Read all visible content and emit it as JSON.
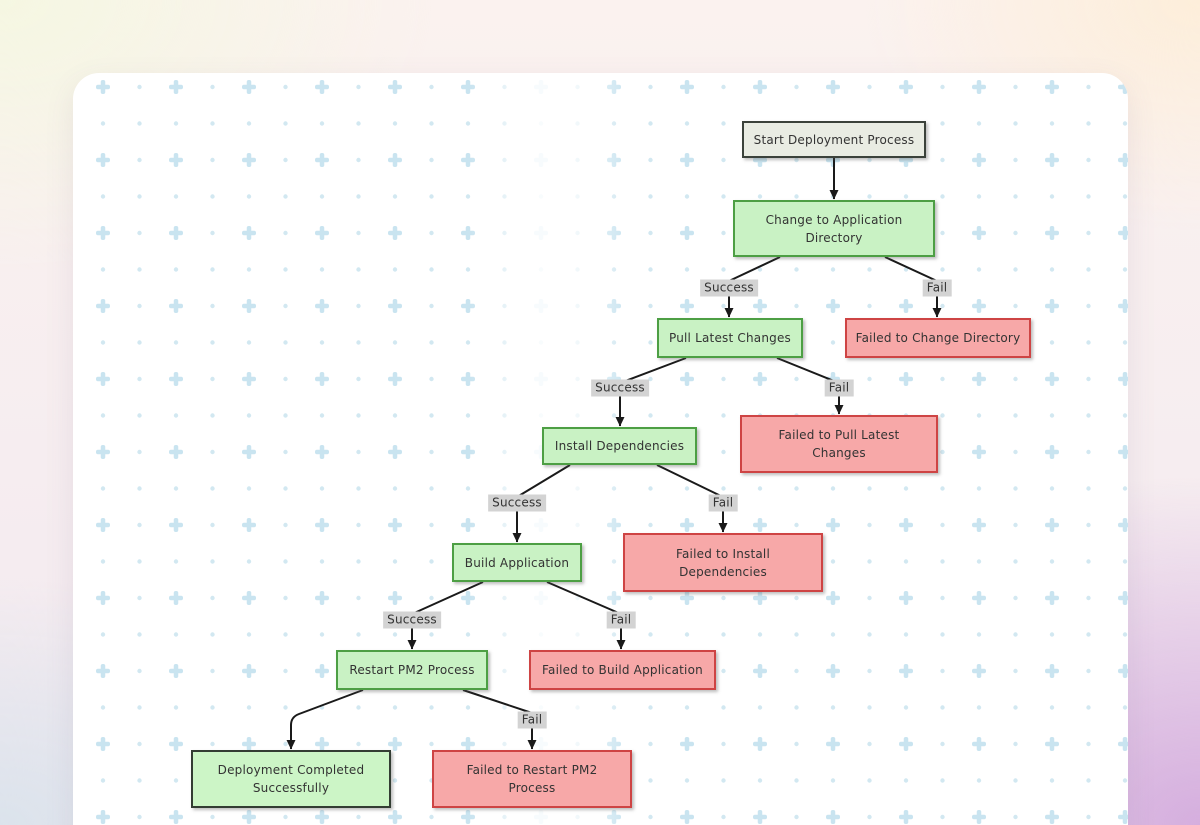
{
  "diagram": {
    "nodes": [
      {
        "id": "start",
        "label": "Start Deployment Process"
      },
      {
        "id": "change-directory",
        "label": "Change to Application Directory"
      },
      {
        "id": "pull-changes",
        "label": "Pull Latest Changes"
      },
      {
        "id": "fail-change",
        "label": "Failed to Change Directory"
      },
      {
        "id": "install-deps",
        "label": "Install Dependencies"
      },
      {
        "id": "fail-pull",
        "label": "Failed to Pull Latest Changes"
      },
      {
        "id": "build-app",
        "label": "Build Application"
      },
      {
        "id": "fail-install",
        "label": "Failed to Install Dependencies"
      },
      {
        "id": "restart-pm2",
        "label": "Restart PM2 Process"
      },
      {
        "id": "fail-build",
        "label": "Failed to Build Application"
      },
      {
        "id": "deploy-complete",
        "label": "Deployment Completed Successfully"
      },
      {
        "id": "fail-restart",
        "label": "Failed to Restart PM2 Process"
      }
    ],
    "edge_labels": [
      {
        "label": "Success"
      },
      {
        "label": "Fail"
      },
      {
        "label": "Success"
      },
      {
        "label": "Fail"
      },
      {
        "label": "Success"
      },
      {
        "label": "Fail"
      },
      {
        "label": "Success"
      },
      {
        "label": "Fail"
      },
      {
        "label": "Fail"
      }
    ]
  },
  "colors": {
    "card_bg": "#ffffff",
    "text": "#333333",
    "edge_stroke": "#1a1a1a",
    "edge_label_bg": "#d3d3d3",
    "node_start_fill": "#e9ece3",
    "node_start_border": "#3b423b",
    "node_success_fill": "#c9f2c4",
    "node_success_border": "#4d9f44",
    "node_failure_fill": "#f7a8a8",
    "node_failure_border": "#ce4444",
    "node_end_fill": "#ccf5c6",
    "node_end_border": "#333d33",
    "pattern_plus": "#c9e4f0",
    "pattern_dot": "#d2e8f1"
  }
}
